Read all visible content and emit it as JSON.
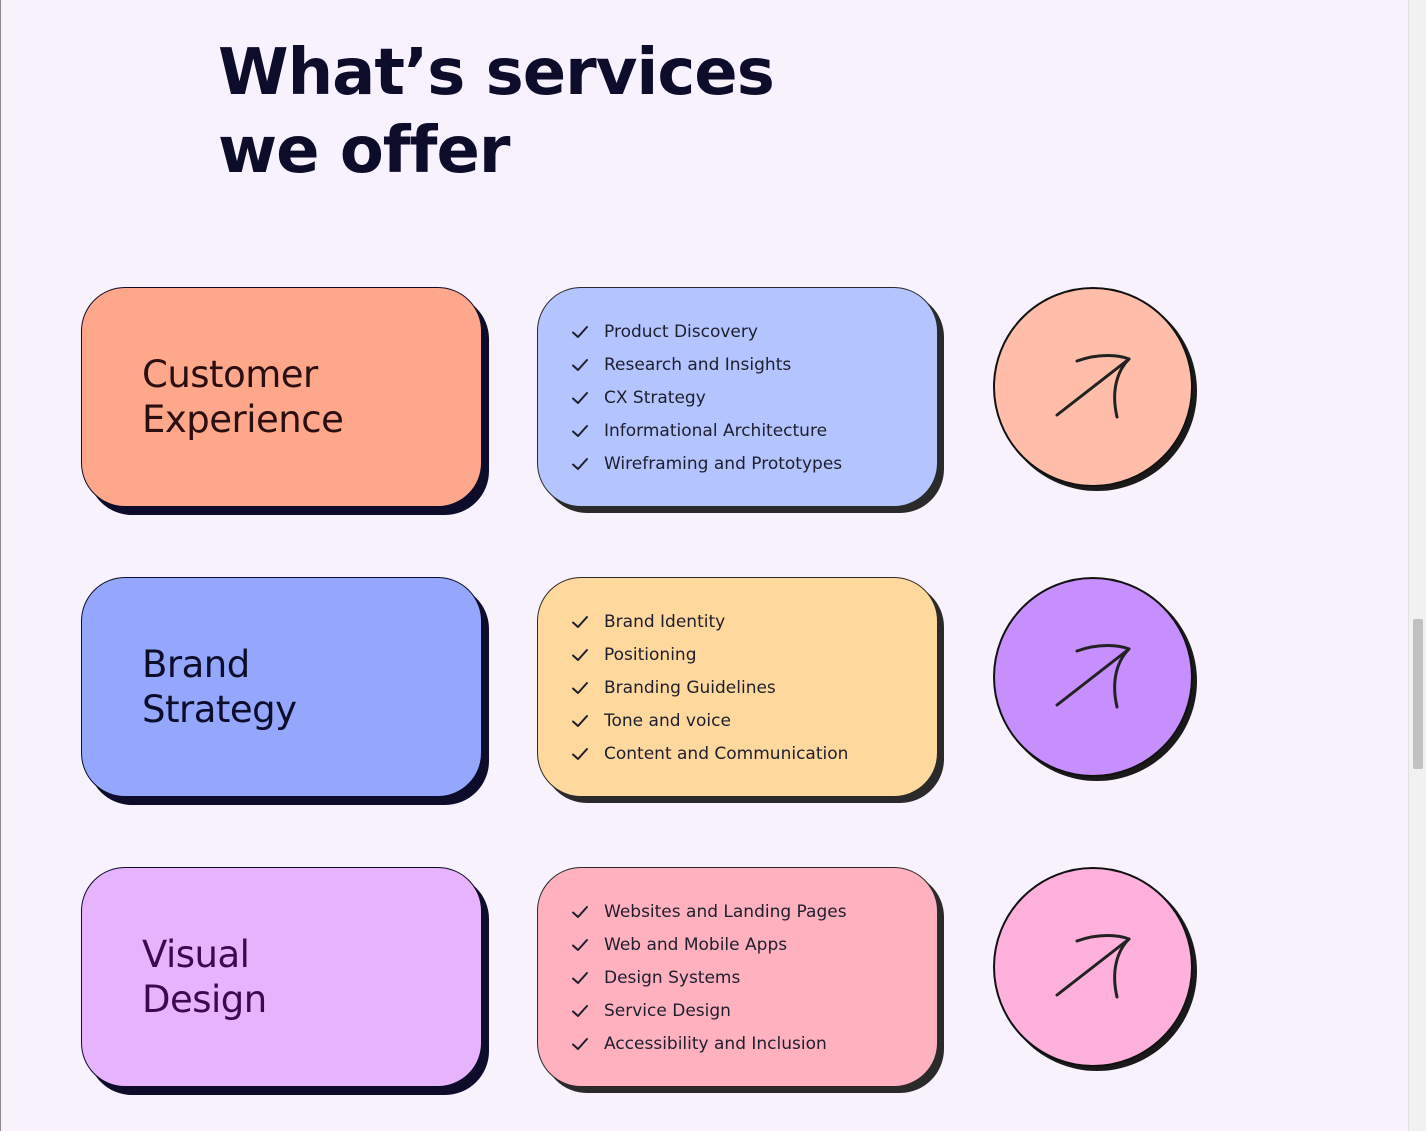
{
  "heading": {
    "line1": "What’s services",
    "line2": "we offer"
  },
  "services": [
    {
      "title_line1": "Customer",
      "title_line2": "Experience",
      "title_bg": "#ffa78a",
      "title_color": "#2a0e12",
      "list_bg": "#b4c4ff",
      "button_bg": "#ffbdaa",
      "items": [
        "Product Discovery",
        "Research and Insights",
        "CX Strategy",
        "Informational Architecture",
        "Wireframing and Prototypes"
      ]
    },
    {
      "title_line1": "Brand",
      "title_line2": "Strategy",
      "title_bg": "#94a7fd",
      "title_color": "#0d0c2a",
      "list_bg": "#ffd89d",
      "button_bg": "#c78efd",
      "items": [
        "Brand Identity",
        "Positioning",
        "Branding Guidelines",
        "Tone and voice",
        "Content and Communication"
      ]
    },
    {
      "title_line1": "Visual",
      "title_line2": "Design",
      "title_bg": "#e7b3fc",
      "title_color": "#3b0a4e",
      "list_bg": "#ffb1bf",
      "button_bg": "#ffb0dc",
      "items": [
        "Websites and Landing Pages",
        "Web and Mobile Apps",
        "Design Systems",
        "Service Design",
        "Accessibility and Inclusion"
      ]
    }
  ],
  "icons": {
    "list_bullet": "check-icon",
    "button": "arrow-up-right-icon"
  }
}
